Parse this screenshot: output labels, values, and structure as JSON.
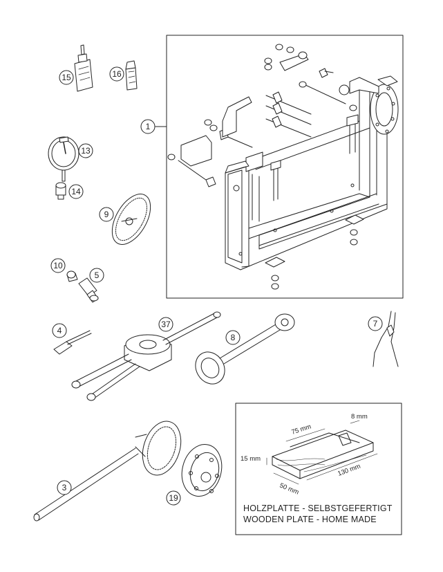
{
  "callouts": {
    "c1": "1",
    "c3": "3",
    "c4": "4",
    "c5": "5",
    "c7": "7",
    "c8": "8",
    "c9": "9",
    "c10": "10",
    "c13": "13",
    "c14": "14",
    "c15": "15",
    "c16": "16",
    "c19": "19",
    "c37": "37"
  },
  "wooden_plate": {
    "dim_8": "8 mm",
    "dim_75": "75 mm",
    "dim_15": "15 mm",
    "dim_50": "50 mm",
    "dim_130": "130 mm",
    "note_de": "HOLZPLATTE - SELBSTGEFERTIGT",
    "note_en": "WOODEN PLATE - HOME MADE"
  }
}
